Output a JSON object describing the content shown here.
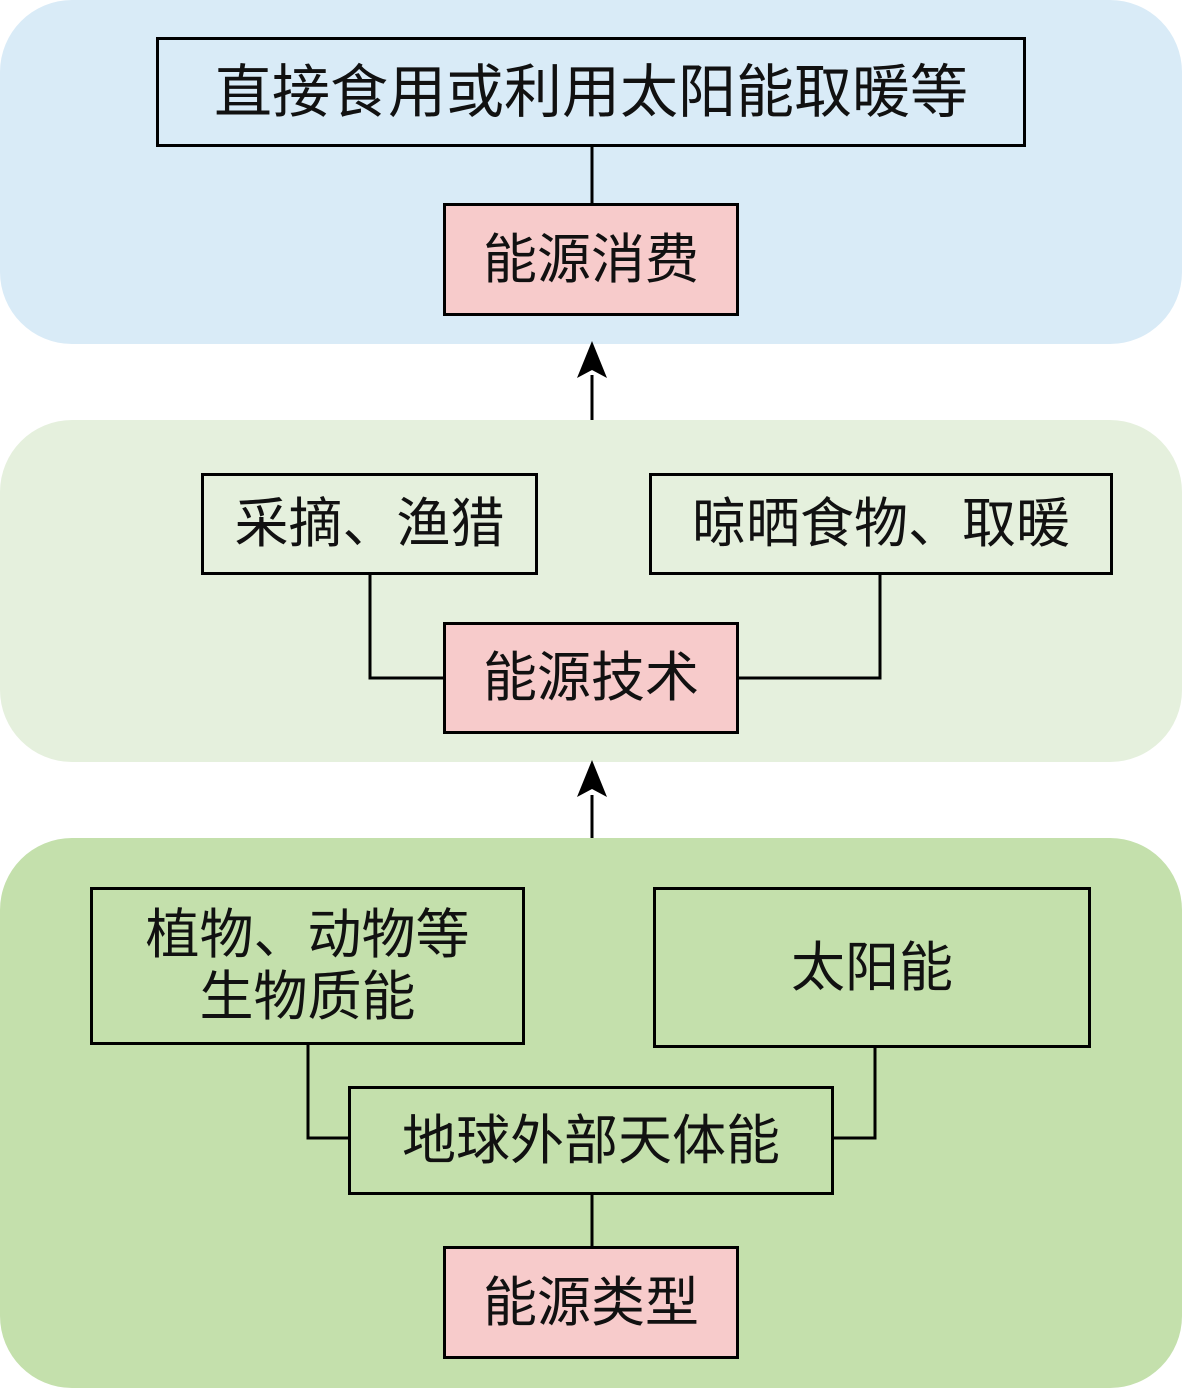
{
  "top": {
    "detail": "直接食用或利用太阳能取暖等",
    "core": "能源消费"
  },
  "middle": {
    "left": "采摘、渔猎",
    "right": "晾晒食物、取暖",
    "core": "能源技术"
  },
  "bottom": {
    "left_line1": "植物、动物等",
    "left_line2": "生物质能",
    "right": "太阳能",
    "hub": "地球外部天体能",
    "core": "能源类型"
  },
  "colors": {
    "top_panel": "#d9ebf7",
    "middle_panel": "#e5f0dd",
    "bottom_panel": "#c4e0ac",
    "core_box": "#f7cbcb",
    "line": "#000000"
  }
}
